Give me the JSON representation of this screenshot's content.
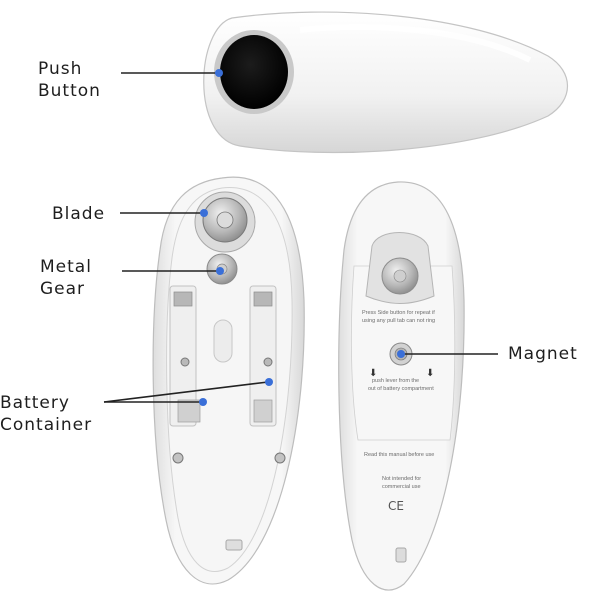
{
  "callouts": {
    "push_button": [
      "Push",
      "Button"
    ],
    "blade": [
      "Blade"
    ],
    "metal_gear": [
      "Metal",
      "Gear"
    ],
    "battery_container": [
      "Battery",
      "Container"
    ],
    "magnet": [
      "Magnet"
    ]
  },
  "back_panel_text": {
    "line1": "Press Side button for repeat if",
    "line2": "using any pull tab can not ring",
    "line3": "push lever from the",
    "line4": "out of battery compartment",
    "line5": "Read this manual before use",
    "line6": "Not intended for",
    "line7": "commercial use",
    "ce_mark": "CE"
  },
  "colors": {
    "marker": "#3a6fd8",
    "leader": "#222222",
    "label_text": "#1e1e1e",
    "body_white": "#f4f4f4",
    "button_black": "#0b0b0b"
  }
}
